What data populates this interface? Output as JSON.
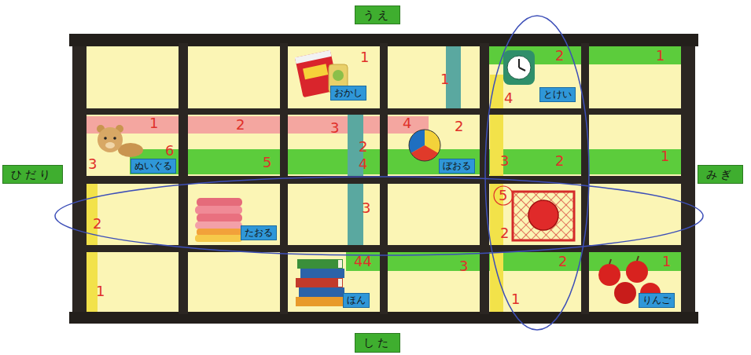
{
  "diagram": {
    "nodes": [
      {
        "text": [
          "うえ"
        ]
      },
      {
        "text": [
          "おかし"
        ]
      },
      {
        "text": [
          "とけい"
        ]
      },
      {
        "text": [
          "ひだり"
        ]
      },
      {
        "text": [
          "ぬいぐる"
        ]
      },
      {
        "text": [
          "ぼおる"
        ]
      },
      {
        "text": [
          "みぎ"
        ]
      },
      {
        "text": [
          "たおる"
        ]
      },
      {
        "text": [
          "ほん"
        ]
      },
      {
        "text": [
          "りんご"
        ]
      },
      {
        "text": [
          "した"
        ]
      }
    ],
    "labels": [
      "1",
      "1",
      "2",
      "1",
      "4",
      "1",
      "3",
      "6",
      "2",
      "5",
      "3",
      "2",
      "4",
      "4",
      "2",
      "3",
      "2",
      "1",
      "2",
      "3",
      "5",
      "2",
      "1",
      "44",
      "3",
      "2",
      "1",
      "1"
    ]
  }
}
